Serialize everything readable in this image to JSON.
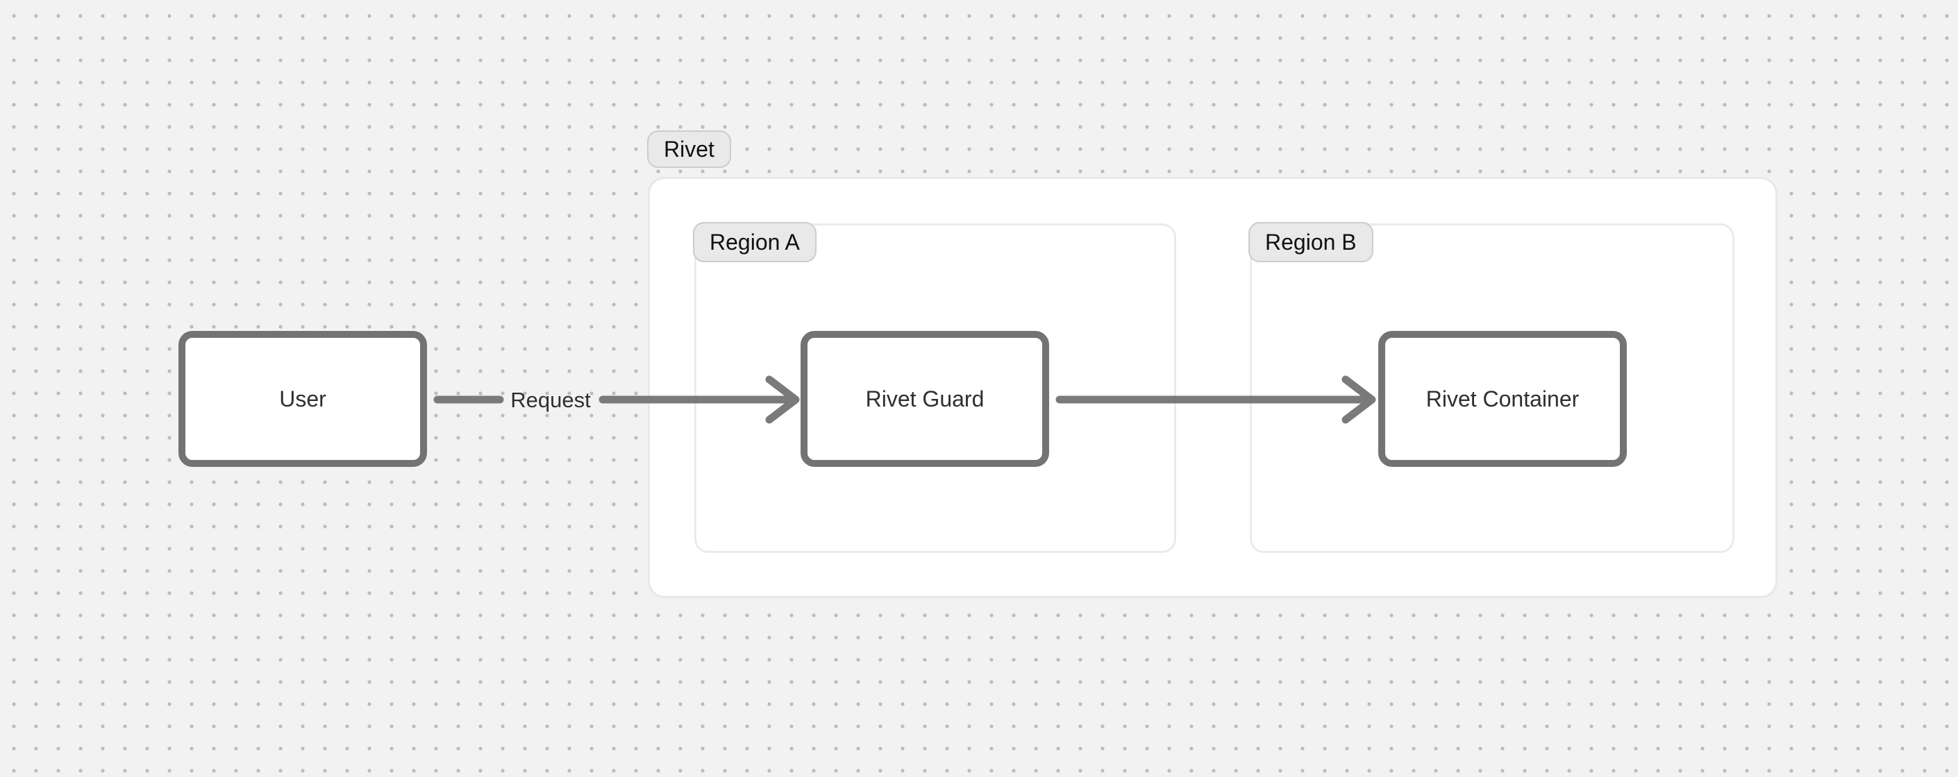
{
  "diagram": {
    "type": "architecture-flow",
    "group": {
      "label": "Rivet"
    },
    "regions": [
      {
        "id": "region-a",
        "label": "Region A"
      },
      {
        "id": "region-b",
        "label": "Region B"
      }
    ],
    "nodes": [
      {
        "id": "user",
        "label": "User"
      },
      {
        "id": "rivet-guard",
        "label": "Rivet Guard",
        "region": "Region A"
      },
      {
        "id": "rivet-container",
        "label": "Rivet Container",
        "region": "Region B"
      }
    ],
    "edges": [
      {
        "from": "User",
        "to": "Rivet Guard",
        "label": "Request"
      },
      {
        "from": "Rivet Guard",
        "to": "Rivet Container"
      }
    ],
    "colors": {
      "canvas_bg": "#f2f2f2",
      "dot": "#bcbcbc",
      "node_border": "#737373",
      "node_fill": "#ffffff",
      "node_text": "#2f2f2f",
      "arrow": "#7a7a7a",
      "group_border": "#e8e8e8",
      "region_border": "#ebebeb",
      "badge_bg": "#e9e9e9",
      "badge_border": "#cccccc",
      "badge_text": "#111111"
    }
  }
}
